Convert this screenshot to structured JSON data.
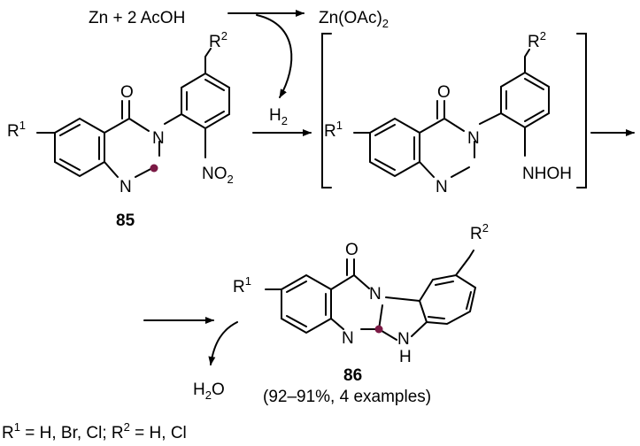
{
  "reagents": {
    "zn_acoh": "Zn + 2 AcOH",
    "zn_oac2": "Zn(OAc)",
    "zn_oac2_sub": "2",
    "h2": "H",
    "h2_sub": "2",
    "h2o_h": "H",
    "h2o_sub": "2",
    "h2o_o": "O"
  },
  "compound85": {
    "id": "85",
    "r1": "R",
    "r1_sup": "1",
    "r2": "R",
    "r2_sup": "2",
    "o": "O",
    "n3": "N",
    "n1": "N",
    "no2": "NO",
    "no2_sub": "2"
  },
  "intermediate": {
    "r1": "R",
    "r1_sup": "1",
    "r2": "R",
    "r2_sup": "2",
    "o": "O",
    "n3": "N",
    "n1": "N",
    "nhoh": "NHOH"
  },
  "compound86": {
    "id": "86",
    "yield": "(92–91%, 4 examples)",
    "r1": "R",
    "r1_sup": "1",
    "r2": "R",
    "r2_sup": "2",
    "o": "O",
    "n_top": "N",
    "n_left": "N",
    "n_h": "N",
    "h": "H"
  },
  "footnote": {
    "r1": "R",
    "r1_sup": "1",
    "r1_vals": " = H, Br, Cl; ",
    "r2": "R",
    "r2_sup": "2",
    "r2_vals": " = H, Cl"
  },
  "colors": {
    "highlight": "#7b1a45",
    "ink": "#000000"
  }
}
